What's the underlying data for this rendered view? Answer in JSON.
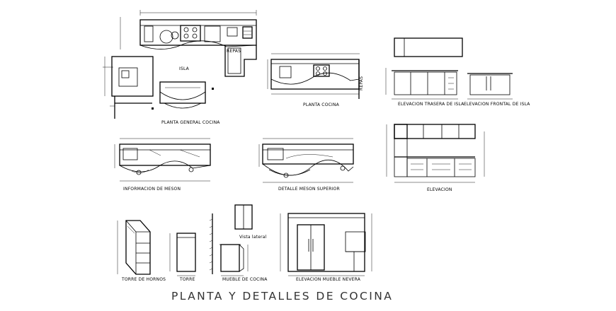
{
  "sheet": {
    "title": "PLANTA Y DETALLES DE COCINA"
  },
  "labels": {
    "planta_general": "PLANTA GENERAL COCINA",
    "isla": "ISLA",
    "repas": "REPAS",
    "planta_cocina": "PLANTA COCINA",
    "elev_trasera": "ELEVACION TRASERA DE ISLA",
    "elev_frontal": "ELEVACION FRONTAL DE ISLA",
    "informacion_meson": "INFORMACION DE MESON",
    "detalle_meson": "DETALLE MESON SUPERIOR",
    "elevacion": "ELEVACION",
    "torre_hornos": "TORRE DE HORNOS",
    "torre": "TORRE",
    "mueble_cocina": "MUEBLE DE COCINA",
    "vista_lateral": "Vista lateral",
    "elev_nevera": "ELEVACION MUEBLE NEVERA"
  }
}
